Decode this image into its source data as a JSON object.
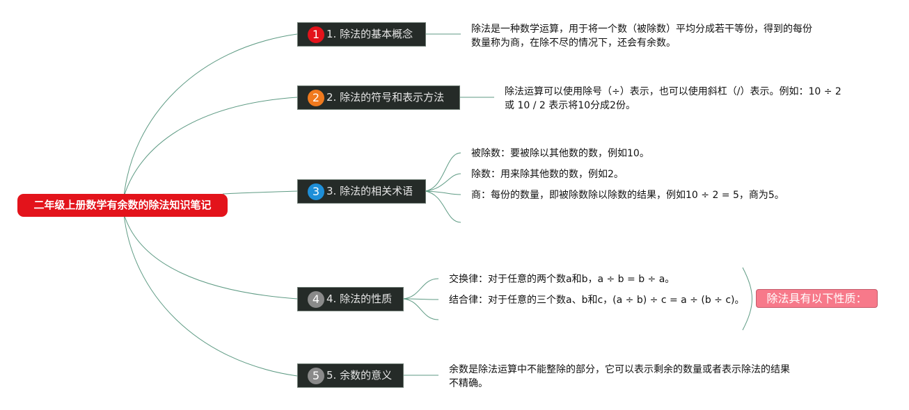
{
  "root": {
    "title": "二年级上册数学有余数的除法知识笔记",
    "color": "#e3131b"
  },
  "branches": [
    {
      "number": "1",
      "label": "1. 除法的基本概念",
      "badge_color": "#e3131b",
      "details": [
        "除法是一种数学运算，用于将一个数（被除数）平均分成若干等份，得到的每份数量称为商，在除不尽的情况下，还会有余数。"
      ]
    },
    {
      "number": "2",
      "label": "2. 除法的符号和表示方法",
      "badge_color": "#f07a1e",
      "details": [
        "除法运算可以使用除号（÷）表示，也可以使用斜杠（/）表示。例如：10 ÷ 2 或 10 / 2 表示将10分成2份。"
      ]
    },
    {
      "number": "3",
      "label": "3. 除法的相关术语",
      "badge_color": "#1e8fd8",
      "details": [
        "被除数：要被除以其他数的数，例如10。",
        "除数：用来除其他数的数，例如2。",
        "商：每份的数量，即被除数除以除数的结果，例如10 ÷ 2 = 5，商为5。"
      ]
    },
    {
      "number": "4",
      "label": "4. 除法的性质",
      "badge_color": "#8a8a8a",
      "details": [
        "交换律：对于任意的两个数a和b，a ÷ b = b ÷ a。",
        "结合律：对于任意的三个数a、b和c，(a ÷ b) ÷ c = a ÷ (b ÷ c)。"
      ],
      "note": "除法具有以下性质："
    },
    {
      "number": "5",
      "label": "5. 余数的意义",
      "badge_color": "#8a8a8a",
      "details": [
        "余数是除法运算中不能整除的部分，它可以表示剩余的数量或者表示除法的结果不精确。"
      ]
    }
  ],
  "link_color": "#5d9a83"
}
